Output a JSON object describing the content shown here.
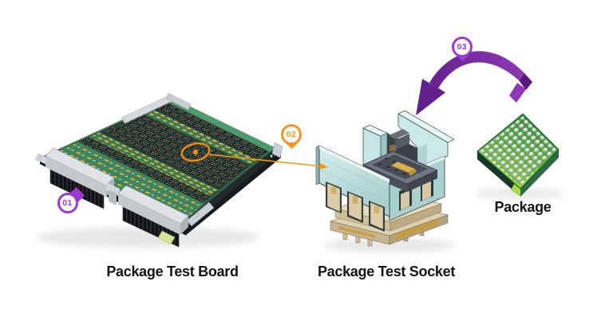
{
  "diagram": {
    "background": "#ffffff",
    "steps": [
      {
        "number": "01",
        "label": "Package Test Board",
        "marker_shape": "location-pin",
        "marker_color": "#9b3ad1"
      },
      {
        "number": "02",
        "label": "Package Test Socket",
        "marker_shape": "location-pin",
        "marker_color": "#f7941e"
      },
      {
        "number": "03",
        "label": "Package",
        "marker_shape": "location-pin",
        "marker_color": "#9b3ad1"
      }
    ],
    "annotations": {
      "callout": {
        "shape": "ellipse-highlight-with-dot",
        "color": "#f28b0d",
        "connects": [
          "Package Test Board",
          "Package Test Socket"
        ]
      },
      "flow_arrow": {
        "shape": "curved-ribbon-arrow",
        "color": "#7b2aa4",
        "connects": [
          "Package",
          "Package Test Socket"
        ]
      }
    },
    "colors": {
      "pcb_green": "#2f6449",
      "socket_black": "#17191c",
      "contact_tan": "#cfc2a0",
      "gold_pad": "#e2b844",
      "connector_silver": "#dfe3e6",
      "socket_body_teal": "#bfe3e1",
      "socket_base_tan": "#ddd0ae",
      "insert_gray": "#707684",
      "package_green": "#3f9e35",
      "ball_silver": "#c9cdd1",
      "label_text": "#141414",
      "marker_purple": "#9b3ad1",
      "marker_orange": "#f7941e"
    }
  }
}
